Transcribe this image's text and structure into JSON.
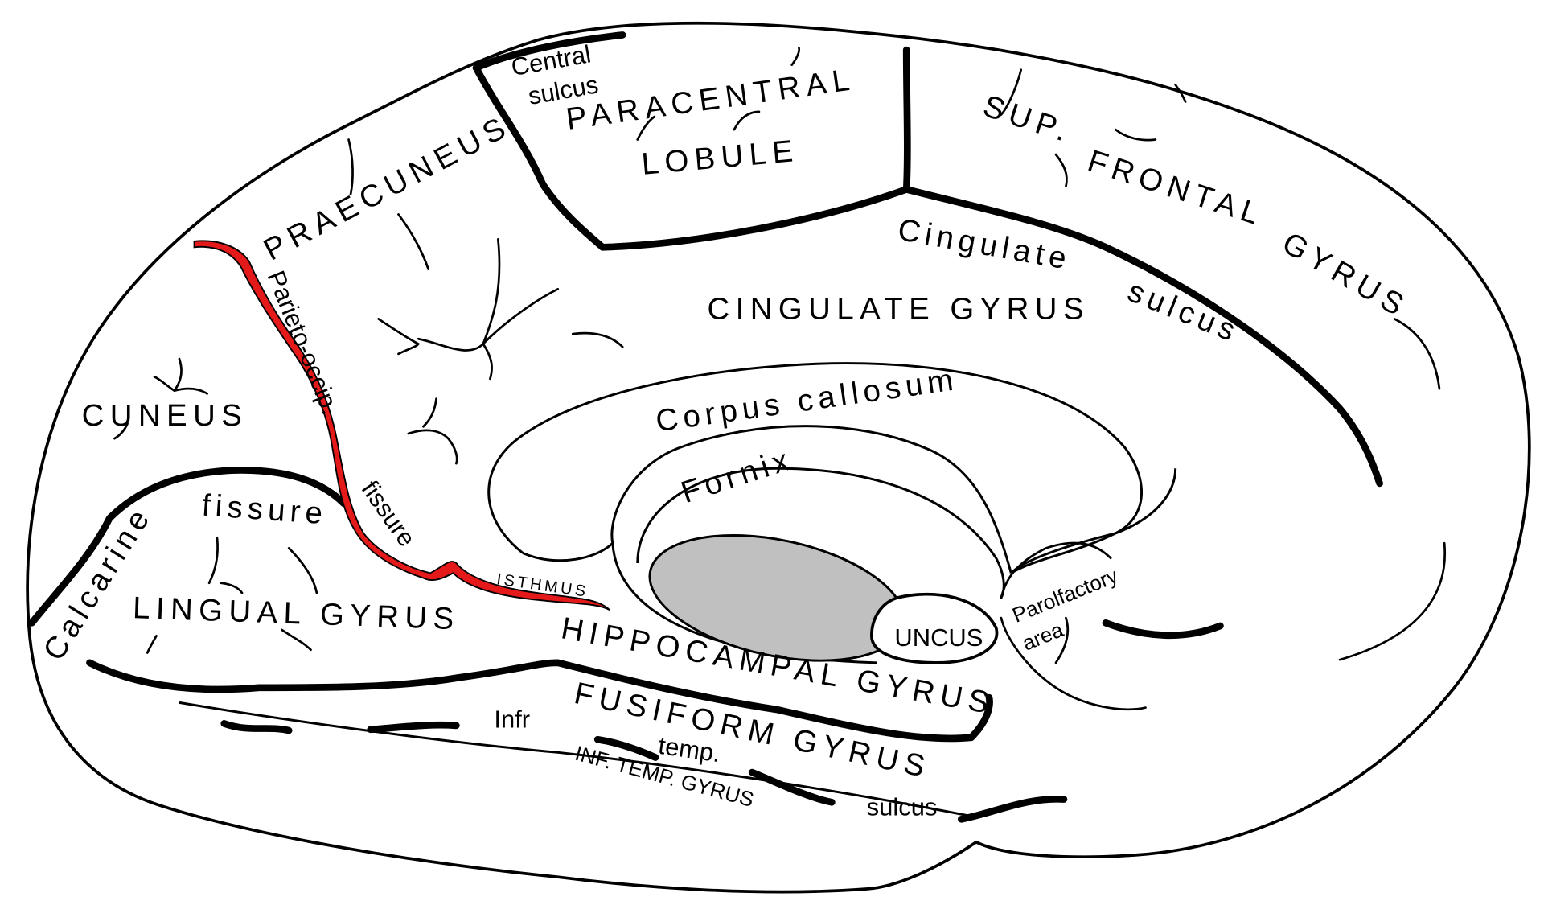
{
  "colors": {
    "background": "#ffffff",
    "outline": "#000000",
    "parieto_occipital_fissure": "#e41a1a",
    "thalamus_region": "#c0c0c0"
  },
  "labels": {
    "central_sulcus_line1": "Central",
    "central_sulcus_line2": "sulcus",
    "paracentral": "PARACENTRAL",
    "lobule": "LOBULE",
    "praecuneus": "PRAECUNEUS",
    "sup_frontal_gyrus_part1": "SUP.",
    "sup_frontal_gyrus_part2": "FRONTAL",
    "sup_frontal_gyrus_part3": "GYRUS",
    "cingulate_sulcus_line1": "Cingulate",
    "cingulate_sulcus_line2": "sulcus",
    "cingulate_gyrus": "CINGULATE GYRUS",
    "corpus_callosum": "Corpus callosum",
    "fornix": "Fornix",
    "cuneus": "CUNEUS",
    "parieto_occip_line1": "Parieto-occip.",
    "parieto_occip_line2": "fissure",
    "calcarine_part1": "Calcarine",
    "calcarine_part2": "fissure",
    "lingual_gyrus": "LINGUAL GYRUS",
    "isthmus": "ISTHMUS",
    "hippocampal_gyrus": "HIPPOCAMPAL GYRUS",
    "uncus": "UNCUS",
    "parolfactory_line1": "Parolfactory",
    "parolfactory_line2": "area",
    "fusiform_gyrus": "FUSIFORM GYRUS",
    "infr": "Infr",
    "temp": "temp.",
    "sulcus": "sulcus",
    "inf_temp_gyrus": "INF. TEMP. GYRUS"
  }
}
